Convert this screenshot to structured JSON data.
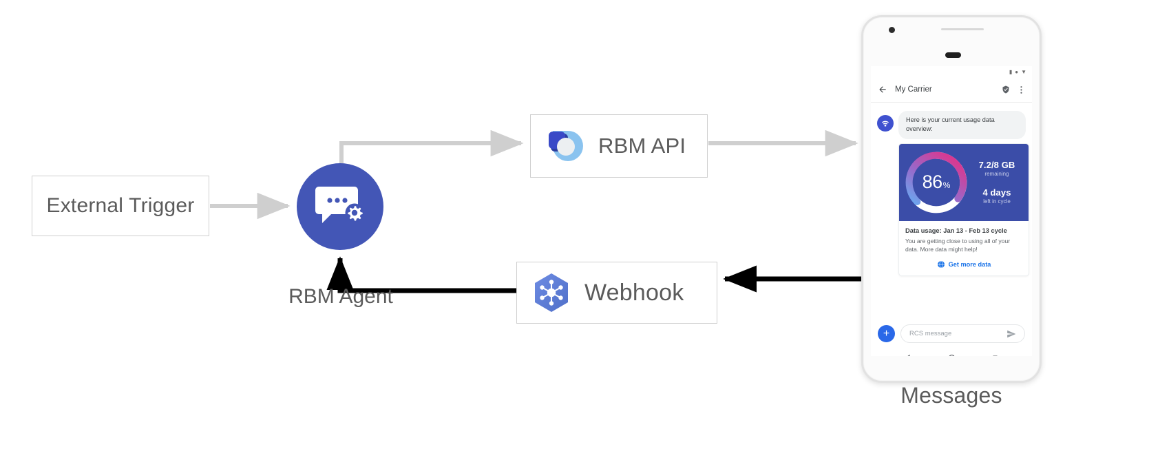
{
  "diagram": {
    "nodes": {
      "external_trigger": {
        "label": "External Trigger"
      },
      "rbm_agent": {
        "label": "RBM Agent",
        "icon": "chat-gear-icon",
        "color": "#4356b6"
      },
      "rbm_api": {
        "label": "RBM API",
        "icon": "rbm-api-logo-icon"
      },
      "webhook": {
        "label": "Webhook",
        "icon": "cloud-functions-hexagon-icon"
      },
      "phone": {
        "caption": "Messages"
      }
    },
    "connectors": {
      "trigger_to_agent": {
        "style": "solid",
        "color": "#cfcfcf"
      },
      "agent_to_api": {
        "style": "solid",
        "color": "#cfcfcf"
      },
      "api_to_phone": {
        "style": "solid",
        "color": "#cfcfcf"
      },
      "phone_to_webhook": {
        "style": "solid",
        "color": "#000000"
      },
      "webhook_to_agent": {
        "style": "solid",
        "color": "#000000"
      }
    }
  },
  "phone": {
    "statusbar": {
      "icons": [
        "signal-icon",
        "wifi-dot-icon",
        "battery-icon"
      ]
    },
    "header": {
      "back_icon": "back-arrow-icon",
      "title": "My Carrier",
      "verified_icon": "verified-shield-icon",
      "overflow_icon": "more-vert-icon"
    },
    "conversation": {
      "avatar_icon": "carrier-wifi-avatar-icon",
      "bubble_text": "Here is your current usage data overview:",
      "card": {
        "gauge": {
          "value": "86",
          "unit": "%",
          "percent": 86
        },
        "stats": [
          {
            "value": "7.2/8 GB",
            "caption": "remaining"
          },
          {
            "value": "4 days",
            "caption": "left in cycle"
          }
        ],
        "title": "Data usage: Jan 13 - Feb 13 cycle",
        "description": "You are getting close to using all of your data. More data might help!",
        "action": {
          "icon": "globe-icon",
          "label": "Get more data",
          "color": "#1a73e8"
        }
      }
    },
    "composer": {
      "add_icon": "plus-icon",
      "placeholder": "RCS message",
      "send_icon": "send-icon"
    },
    "navbar": {
      "back_icon": "nav-back-triangle-icon",
      "home_icon": "nav-home-circle-icon",
      "recents_icon": "nav-recents-square-icon"
    }
  },
  "colors": {
    "agent_blue": "#4356b6",
    "card_blue": "#3b4da8",
    "link_blue": "#1a73e8",
    "gray_line": "#cfcfcf",
    "black_line": "#000000"
  }
}
